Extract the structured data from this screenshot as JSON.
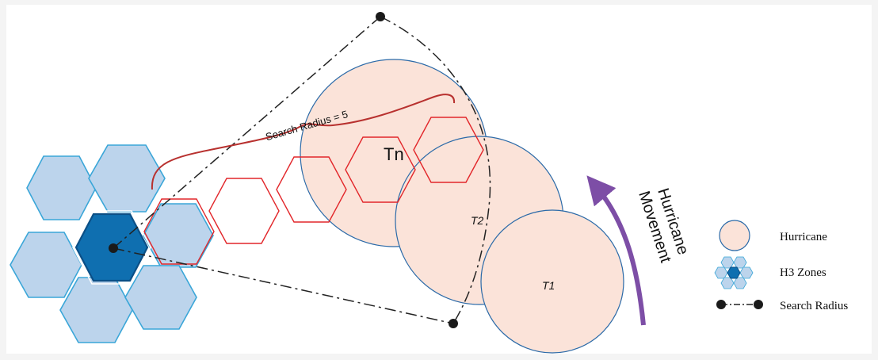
{
  "search_radius_label": "Search Radius = 5",
  "hurricane_labels": {
    "tn": "Tn",
    "t2": "T2",
    "t1": "T1"
  },
  "movement_label": {
    "line1": "Hurricane",
    "line2": "Movement"
  },
  "legend": {
    "hurricane": "Hurricane",
    "h3_zones": "H3 Zones",
    "search_radius": "Search Radius"
  },
  "colors": {
    "background": "#f4f4f4",
    "panel": "#ffffff",
    "hurricane_fill": "#fbe3d9",
    "hurricane_stroke": "#2b6aa8",
    "hex_light_fill": "#bcd4ec",
    "hex_light_stroke": "#3aa6d8",
    "hex_center_fill": "#0f6fb0",
    "hex_center_stroke": "#0b4f86",
    "red_hex": "#e2262a",
    "brace": "#b8312f",
    "arrow": "#7d4ea6",
    "radius_line": "#222222"
  }
}
